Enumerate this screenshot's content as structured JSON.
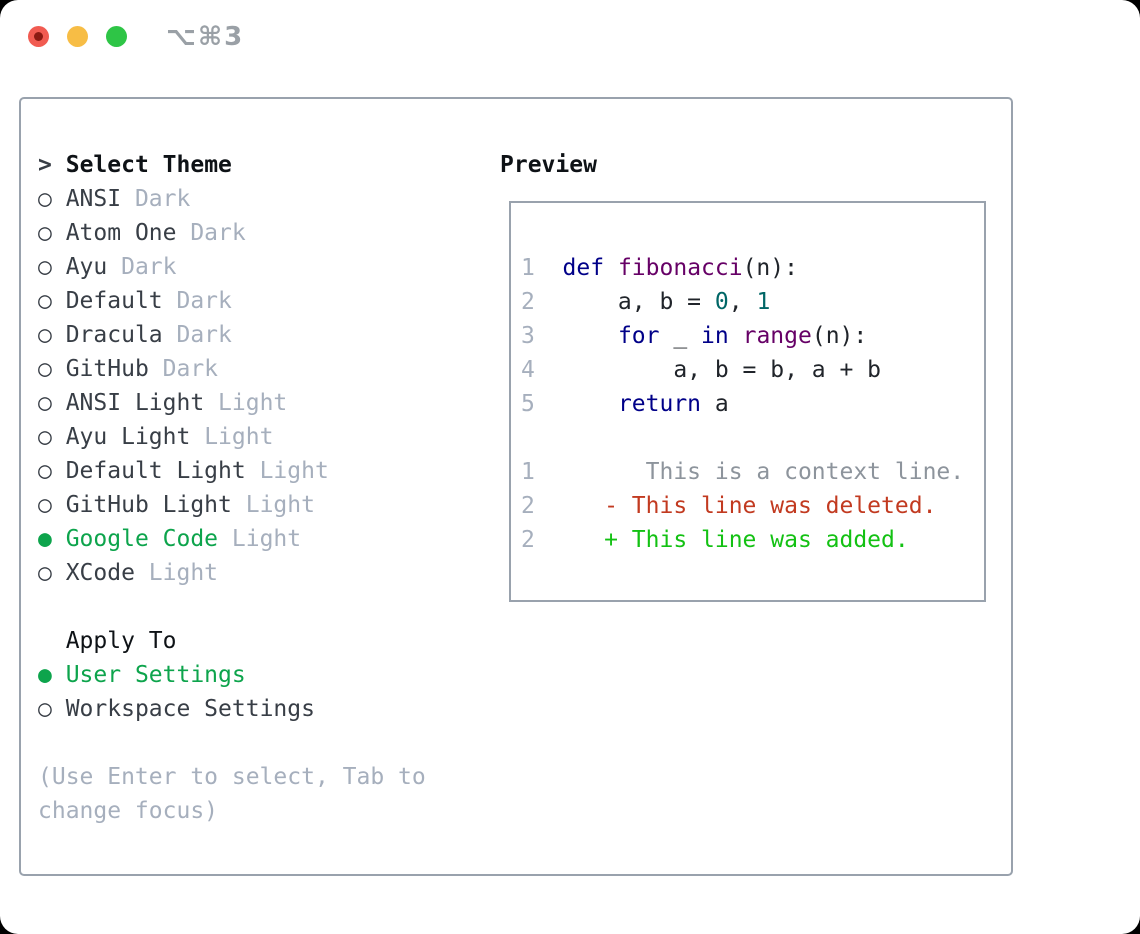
{
  "titlebar": {
    "shortcut": "⌥⌘3"
  },
  "icons": {
    "selected_radio": "●",
    "unselected_radio": "○",
    "cursor_prefix": ">"
  },
  "theme_list": {
    "header": "Select Theme",
    "items": [
      {
        "id": "ansi-dark",
        "name": "ANSI",
        "tag": "Dark",
        "selected": false
      },
      {
        "id": "atom-one-dark",
        "name": "Atom One",
        "tag": "Dark",
        "selected": false
      },
      {
        "id": "ayu-dark",
        "name": "Ayu",
        "tag": "Dark",
        "selected": false
      },
      {
        "id": "default-dark",
        "name": "Default",
        "tag": "Dark",
        "selected": false
      },
      {
        "id": "dracula-dark",
        "name": "Dracula",
        "tag": "Dark",
        "selected": false
      },
      {
        "id": "github-dark",
        "name": "GitHub",
        "tag": "Dark",
        "selected": false
      },
      {
        "id": "ansi-light",
        "name": "ANSI Light",
        "tag": "Light",
        "selected": false
      },
      {
        "id": "ayu-light",
        "name": "Ayu Light",
        "tag": "Light",
        "selected": false
      },
      {
        "id": "default-light",
        "name": "Default Light",
        "tag": "Light",
        "selected": false
      },
      {
        "id": "github-light",
        "name": "GitHub Light",
        "tag": "Light",
        "selected": false
      },
      {
        "id": "google-code",
        "name": "Google Code",
        "tag": "Light",
        "selected": true
      },
      {
        "id": "xcode",
        "name": "XCode",
        "tag": "Light",
        "selected": false
      }
    ]
  },
  "apply_to": {
    "header": "Apply To",
    "options": [
      {
        "id": "user-settings",
        "label": "User Settings",
        "selected": true
      },
      {
        "id": "workspace-settings",
        "label": "Workspace Settings",
        "selected": false
      }
    ]
  },
  "help_text": "(Use Enter to select, Tab to change focus)",
  "preview": {
    "header": "Preview",
    "code_lines": [
      {
        "num": "1",
        "tokens": [
          {
            "t": "def",
            "c": "keyword"
          },
          {
            "t": " ",
            "c": "plain"
          },
          {
            "t": "fibonacci",
            "c": "title"
          },
          {
            "t": "(n):",
            "c": "plain"
          }
        ]
      },
      {
        "num": "2",
        "tokens": [
          {
            "t": "    a, b = ",
            "c": "plain"
          },
          {
            "t": "0",
            "c": "number"
          },
          {
            "t": ", ",
            "c": "plain"
          },
          {
            "t": "1",
            "c": "number"
          }
        ]
      },
      {
        "num": "3",
        "tokens": [
          {
            "t": "    ",
            "c": "plain"
          },
          {
            "t": "for",
            "c": "keyword"
          },
          {
            "t": " _ ",
            "c": "plain"
          },
          {
            "t": "in",
            "c": "keyword"
          },
          {
            "t": " ",
            "c": "plain"
          },
          {
            "t": "range",
            "c": "title"
          },
          {
            "t": "(n):",
            "c": "plain"
          }
        ]
      },
      {
        "num": "4",
        "tokens": [
          {
            "t": "        a, b = b, a + b",
            "c": "plain"
          }
        ]
      },
      {
        "num": "5",
        "tokens": [
          {
            "t": "    ",
            "c": "plain"
          },
          {
            "t": "return",
            "c": "keyword"
          },
          {
            "t": " a",
            "c": "plain"
          }
        ]
      }
    ],
    "diff_lines": [
      {
        "num": "1",
        "tokens": [
          {
            "t": "      This is a context line.",
            "c": "context"
          }
        ]
      },
      {
        "num": "2",
        "tokens": [
          {
            "t": "   - This line was deleted.",
            "c": "deleted"
          }
        ]
      },
      {
        "num": "2",
        "tokens": [
          {
            "t": "   + This line was added.",
            "c": "added"
          }
        ]
      }
    ]
  },
  "colors": {
    "accent_green": "#0da44c",
    "diff_added": "#13c113",
    "diff_deleted": "#c23a20",
    "diff_context": "#8d949c",
    "syntax_keyword": "#000088",
    "syntax_title": "#660066",
    "syntax_number": "#006666",
    "muted_gray": "#a6afbd",
    "border_gray": "#99a2ad",
    "traffic_red": "#f15b51",
    "traffic_yellow": "#f7bd45",
    "traffic_green": "#2ec546"
  }
}
